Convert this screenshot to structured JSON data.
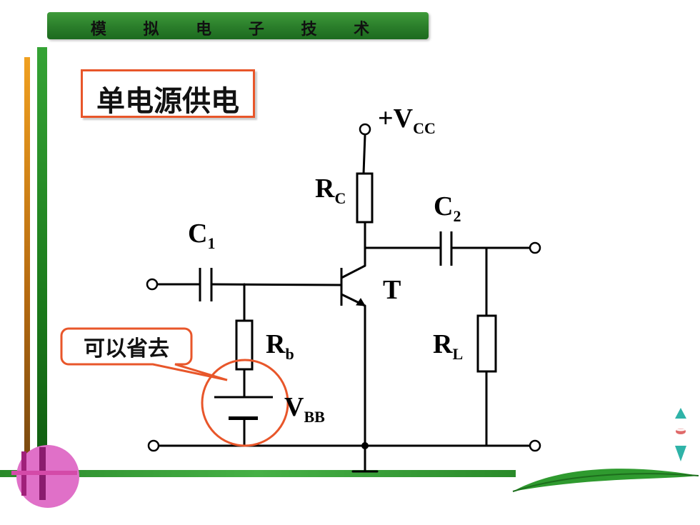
{
  "header": {
    "title": "模 拟 电 子 技 术"
  },
  "title": "单电源供电",
  "callout": "可以省去",
  "labels": {
    "vcc_main": "+V",
    "vcc_sub": "CC",
    "rc_main": "R",
    "rc_sub": "C",
    "c1_main": "C",
    "c1_sub": "1",
    "c2_main": "C",
    "c2_sub": "2",
    "transistor": "T",
    "rb_main": "R",
    "rb_sub": "b",
    "rl_main": "R",
    "rl_sub": "L",
    "vbb_main": "V",
    "vbb_sub": "BB"
  },
  "colors": {
    "accent": "#e8562a",
    "header_green": "#2a7d2a",
    "decor_pink": "#e070c8",
    "nav_icon": "#2fb3a8"
  },
  "icons": [
    "nav-up-icon",
    "nav-dot-icon",
    "nav-down-icon"
  ]
}
